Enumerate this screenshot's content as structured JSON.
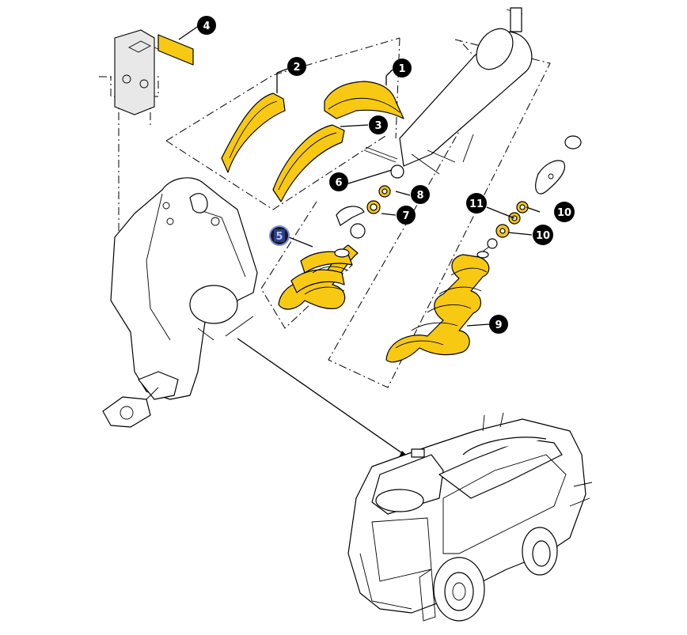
{
  "callouts": [
    {
      "id": "c1",
      "label": "1",
      "style": "black"
    },
    {
      "id": "c2",
      "label": "2",
      "style": "black"
    },
    {
      "id": "c3",
      "label": "3",
      "style": "black"
    },
    {
      "id": "c4",
      "label": "4",
      "style": "black"
    },
    {
      "id": "c5",
      "label": "5",
      "style": "highlighted"
    },
    {
      "id": "c6",
      "label": "6",
      "style": "black"
    },
    {
      "id": "c7",
      "label": "7",
      "style": "black"
    },
    {
      "id": "c8",
      "label": "8",
      "style": "black"
    },
    {
      "id": "c9",
      "label": "9",
      "style": "black"
    },
    {
      "id": "c10a",
      "label": "10",
      "style": "black"
    },
    {
      "id": "c10b",
      "label": "10",
      "style": "black"
    },
    {
      "id": "c11",
      "label": "11",
      "style": "black"
    }
  ],
  "colors": {
    "part_highlight": "#f8c912",
    "callout_fill": "#000000",
    "callout_highlight_fill": "#2c3e8c"
  }
}
